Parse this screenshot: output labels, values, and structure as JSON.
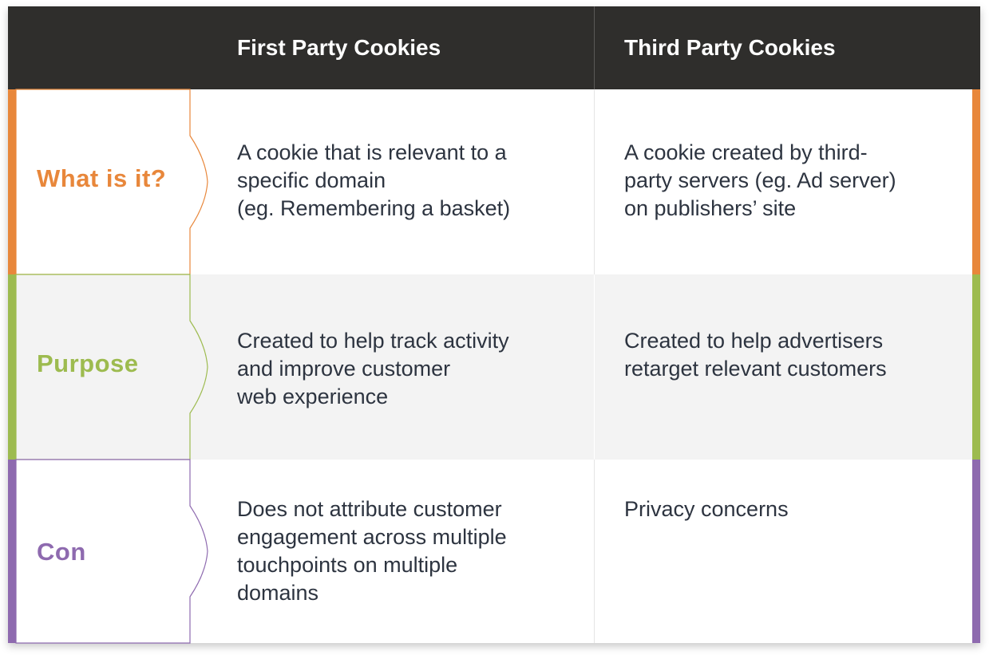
{
  "header": {
    "col1": "First Party Cookies",
    "col2": "Third Party Cookies"
  },
  "rows": [
    {
      "label": "What is it?",
      "color": "#e8873b",
      "col1": "A cookie that is relevant to a\nspecific domain\n(eg. Remembering a basket)",
      "col2": "A cookie created by third-\nparty servers (eg. Ad server)\non publishers’ site"
    },
    {
      "label": "Purpose",
      "color": "#9dbb4f",
      "col1": "Created to help track activity\nand improve customer\nweb experience",
      "col2": "Created to help advertisers\nretarget relevant customers"
    },
    {
      "label": "Con",
      "color": "#8e6aaf",
      "col1": "Does not attribute customer\nengagement across multiple\ntouchpoints on multiple\ndomains",
      "col2": "Privacy concerns"
    }
  ],
  "colors": {
    "header_bg": "#2f2e2c",
    "alt_row_bg": "#f3f3f3",
    "body_text": "#2d3440"
  }
}
